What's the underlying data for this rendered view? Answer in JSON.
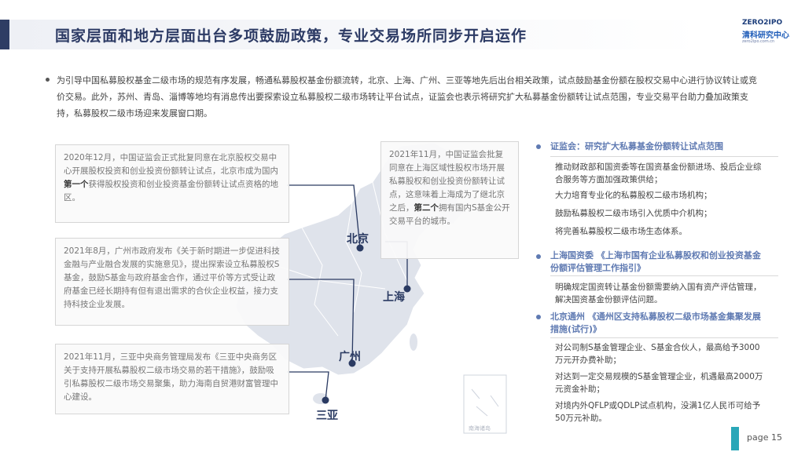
{
  "header": {
    "title": "国家层面和地方层面出台多项鼓励政策，专业交易场所同步开启运作",
    "logo_top": "ZERO2IPO",
    "logo_mid": "清科研究中心",
    "logo_bot": "zero2ipo.com.cn"
  },
  "intro": "为引导中国私募股权基金二级市场的规范有序发展，畅通私募股权基金份额流转，北京、上海、广州、三亚等地先后出台相关政策，试点鼓励基金份额在股权交易中心进行协议转让或竞价交易。此外，苏州、青岛、淄博等地均有消息传出要探索设立私募股权二级市场转让平台试点，证监会也表示将研究扩大私募基金份额转让试点范围，专业交易平台助力叠加政策支持，私募股权二级市场迎来发展窗口期。",
  "boxes": {
    "beijing": {
      "pre": "2020年12月，中国证监会正式批复同意在北京股权交易中心开展股权投资和创业投资份额转让试点，北京市成为国内",
      "bold": "第一个",
      "post": "获得股权投资和创业投资基金份额转让试点资格的地区。"
    },
    "guangzhou": "2021年8月，广州市政府发布《关于新时期进一步促进科技金融与产业融合发展的实施意见》，提出探索设立私募股权S基金，鼓励S基金与政府基金合作，通过平价等方式受让政府基金已经长期持有但有退出需求的合伙企业权益，接力支持科技企业发展。",
    "sanya": "2021年11月，三亚中央商务管理局发布《三亚中央商务区关于支持开展私募股权二级市场交易的若干措施》，鼓励吸引私募股权二级市场交易聚集，助力海南自贸港财富管理中心建设。",
    "shanghai": {
      "pre": "2021年11月，中国证监会批复同意在上海区域性股权市场开展私募股权和创业投资份额转让试点，这意味着上海成为了继北京之后，",
      "bold": "第二个",
      "post": "拥有国内S基金公开交易平台的城市。"
    }
  },
  "cities": {
    "beijing": "北京",
    "shanghai": "上海",
    "guangzhou": "广州",
    "sanya": "三亚"
  },
  "right": {
    "sections": [
      {
        "heading": "证监会：研究扩大私募基金份额转让试点范围",
        "items": [
          "推动财政部和国资委等在国资基金份额进场、投后企业综合服务等方面加强政策供给；",
          "大力培育专业化的私募股权二级市场机构；",
          "鼓励私募股权二级市场引入优质中介机构；",
          "将完善私募股权二级市场生态体系。"
        ]
      },
      {
        "heading": "上海国资委 《上海市国有企业私募股权和创业投资基金份额评估管理工作指引》",
        "items": [
          "明确规定国资转让基金份额需要纳入国有资产评估管理，解决国资基金份额评估问题。"
        ]
      },
      {
        "heading": "北京通州 《通州区支持私募股权二级市场基金集聚发展措施(试行)》",
        "items": [
          "对公司制S基金管理企业、S基金合伙人，最高给予3000万元开办费补助；",
          "对达到一定交易规模的S基金管理企业，机遇最高2000万元资金补助；",
          "对境内外QFLP或QDLP试点机构，没满1亿人民币可给予50万元补助。"
        ]
      }
    ]
  },
  "map_caption": "南海诸岛",
  "footer": {
    "page": "page  15"
  },
  "colors": {
    "navy": "#2d3b65",
    "accent": "#5f7ab2",
    "teal": "#2aa7b8",
    "map": "#dfe3eb"
  }
}
